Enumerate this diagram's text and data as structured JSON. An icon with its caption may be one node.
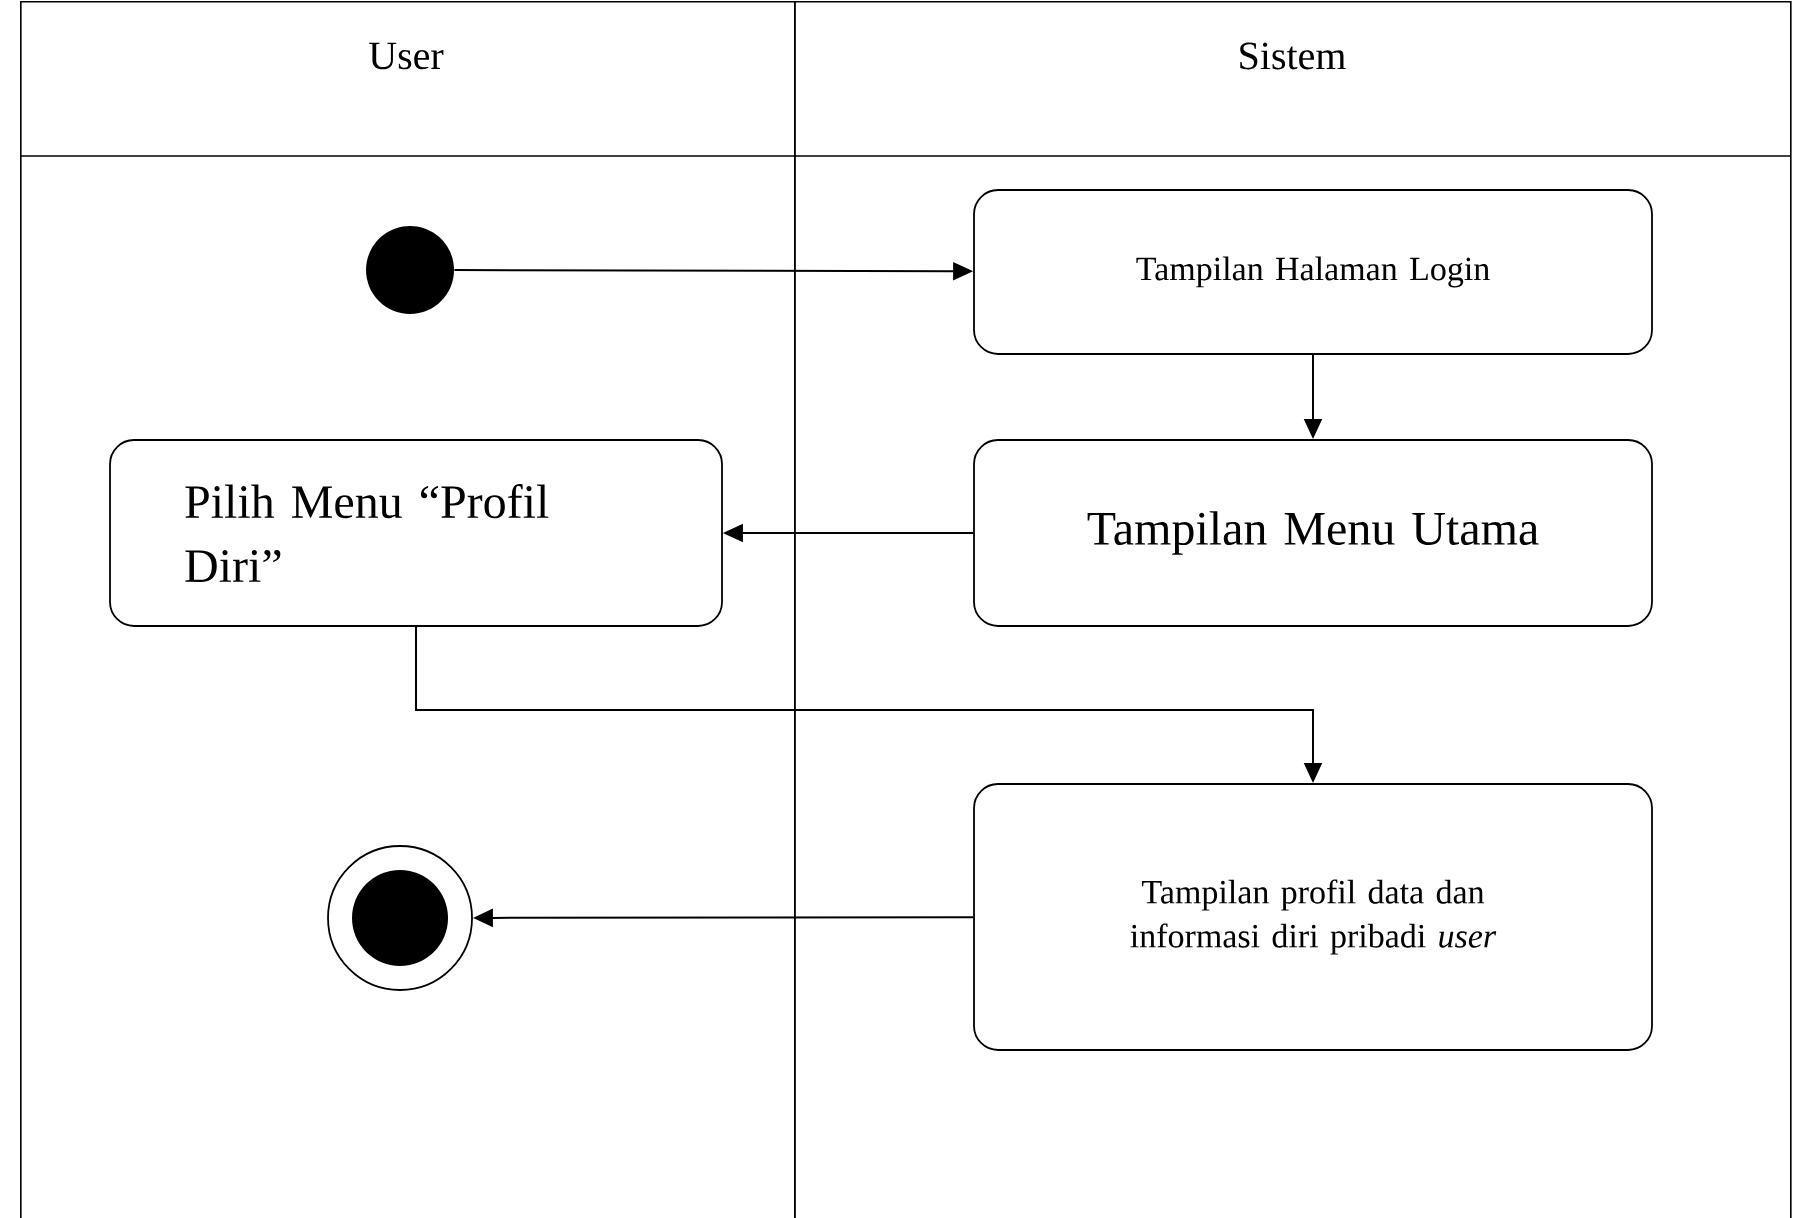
{
  "diagram": {
    "nodes": [
      {
        "text": [
          "User"
        ]
      },
      {
        "text": [
          "Sistem"
        ]
      },
      {
        "text": [],
        "shape": "circle",
        "in": 0
      },
      {
        "text": [
          "Tampilan Halaman Login"
        ],
        "in": 1
      },
      {
        "text": [
          "Tampilan Menu Utama"
        ],
        "in": 1
      },
      {
        "text": [
          "Pilih Menu “Profil Diri”"
        ],
        "in": 0
      },
      {
        "text": [
          "Tampilan profil data dan informasi diri pribadi *user*"
        ],
        "in": 1
      },
      {
        "text": [],
        "shape": "circle",
        "in": 0
      }
    ],
    "edges": [
      {
        "from": 2,
        "to": 3,
        "arrow": "to"
      },
      {
        "from": 3,
        "to": 4,
        "arrow": "to"
      },
      {
        "from": 4,
        "to": 5,
        "arrow": "to"
      },
      {
        "from": 5,
        "to": 6,
        "arrow": "to"
      },
      {
        "from": 6,
        "to": 7,
        "arrow": "to"
      }
    ]
  }
}
